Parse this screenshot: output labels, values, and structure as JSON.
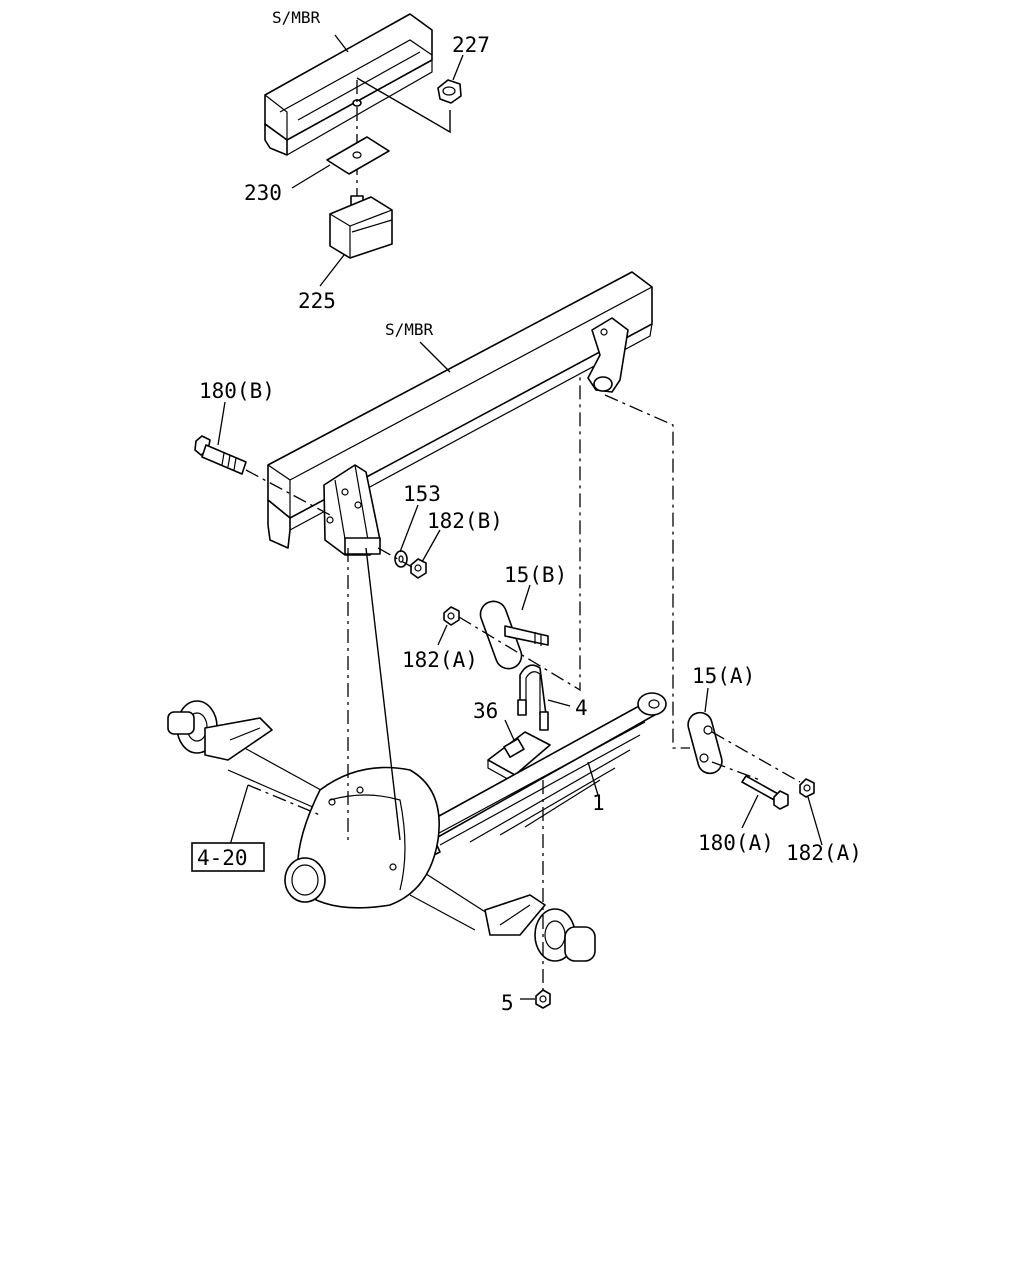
{
  "labels": {
    "smbr_top": "S/MBR",
    "smbr_frame": "S/MBR",
    "p227": "227",
    "p230": "230",
    "p225": "225",
    "p180b": "180(B)",
    "p153": "153",
    "p182b": "182(B)",
    "p15b": "15(B)",
    "p182a_left": "182(A)",
    "p15a": "15(A)",
    "p36": "36",
    "p4": "4",
    "p1": "1",
    "ref420": "4-20",
    "p180a": "180(A)",
    "p182a_right": "182(A)",
    "p5": "5"
  }
}
